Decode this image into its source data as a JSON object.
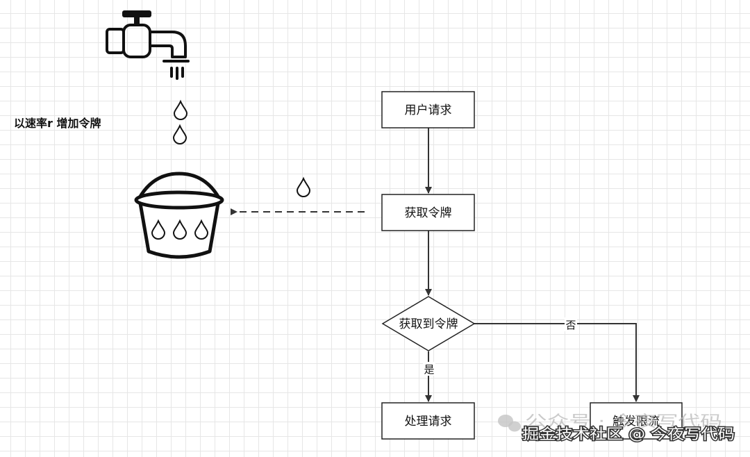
{
  "rate_label": "以速率r 增加令牌",
  "flow": {
    "user_request": "用户请求",
    "get_token": "获取令牌",
    "decision": "获取到令牌",
    "process_request": "处理请求",
    "trigger_limit": "触发限流"
  },
  "edges": {
    "yes": "是",
    "no": "否"
  },
  "watermark": {
    "faint": "公众号 · 今夜写代码",
    "main": "掘金技术社区 @ 今夜写代码"
  },
  "icons": [
    "faucet-icon",
    "water-drop-icon",
    "bucket-icon",
    "wechat-icon"
  ],
  "colors": {
    "stroke": "#222222",
    "grid": "#e6e6e6",
    "background": "#ffffff"
  }
}
